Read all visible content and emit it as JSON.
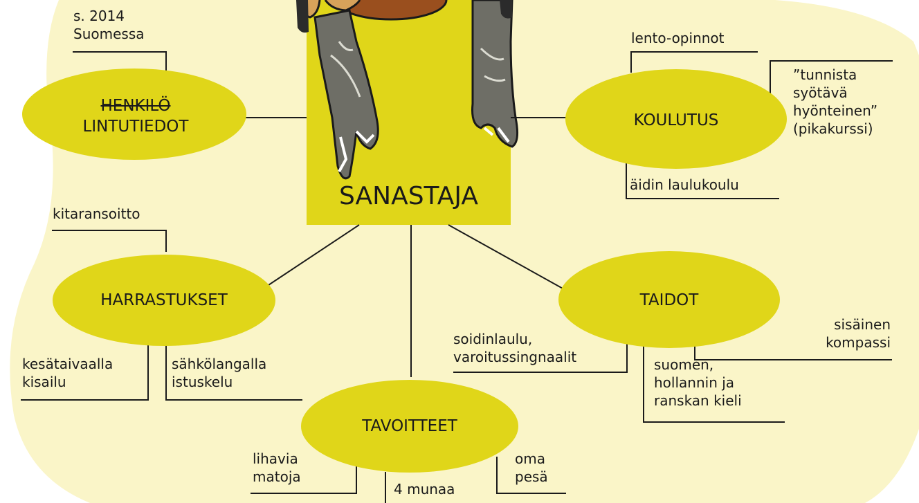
{
  "center": {
    "label": "SANASTAJA",
    "image": "bird-in-cowboy-boots-illustration"
  },
  "colors": {
    "background_blob": "#faf5c8",
    "node_fill": "#e0d619",
    "line": "#1a1a1a"
  },
  "nodes": {
    "henkilo": {
      "label_struck": "HENKILÖ",
      "label": "LINTUTIEDOT"
    },
    "koulutus": {
      "label": "KOULUTUS"
    },
    "harrastukset": {
      "label": "HARRASTUKSET"
    },
    "taidot": {
      "label": "TAIDOT"
    },
    "tavoitteet": {
      "label": "TAVOITTEET"
    }
  },
  "notes": {
    "syntyma": "s. 2014\nSuomessa",
    "lento": "lento-opinnot",
    "tunnista": "”tunnista\nsyötävä\nhyönteinen”\n(pikakurssi)",
    "laulukoulu": "äidin laulukoulu",
    "kitara": "kitaransoitto",
    "kesataival": "kesätaivaalla\nkisailu",
    "sahkolanka": "sähkölangalla\nistuskelu",
    "soidin": "soidinlaulu,\nvaroitussingnaalit",
    "kompassi": "sisäinen\nkompassi",
    "kielet": "suomen,\nhollannin ja\nranskan kieli",
    "madot": "lihavia\nmatoja",
    "munat": "4 munaa",
    "pesa": "oma\npesä"
  }
}
